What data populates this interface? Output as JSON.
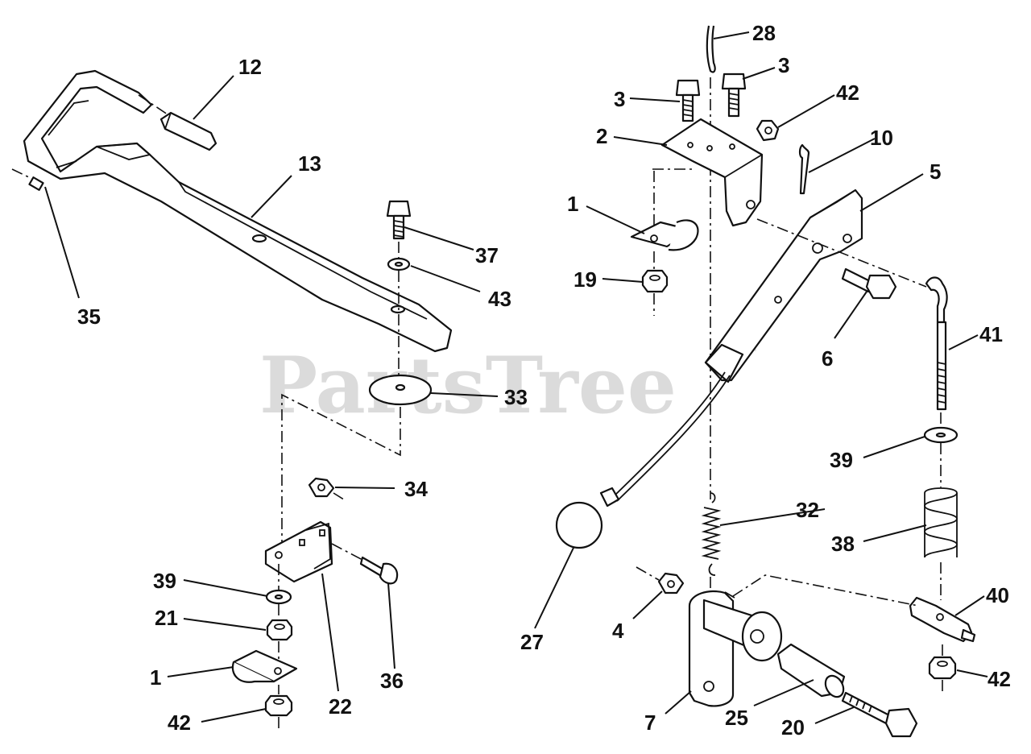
{
  "watermark": {
    "text": "PartsTree",
    "mark": "TM"
  },
  "callouts": [
    {
      "key": "c12",
      "text": "12"
    },
    {
      "key": "c13",
      "text": "13"
    },
    {
      "key": "c35",
      "text": "35"
    },
    {
      "key": "c37",
      "text": "37"
    },
    {
      "key": "c43",
      "text": "43"
    },
    {
      "key": "c33",
      "text": "33"
    },
    {
      "key": "c34",
      "text": "34"
    },
    {
      "key": "c39a",
      "text": "39"
    },
    {
      "key": "c21",
      "text": "21"
    },
    {
      "key": "c1a",
      "text": "1"
    },
    {
      "key": "c42a",
      "text": "42"
    },
    {
      "key": "c22",
      "text": "22"
    },
    {
      "key": "c36",
      "text": "36"
    },
    {
      "key": "c28",
      "text": "28"
    },
    {
      "key": "c3a",
      "text": "3"
    },
    {
      "key": "c3b",
      "text": "3"
    },
    {
      "key": "c42b",
      "text": "42"
    },
    {
      "key": "c2",
      "text": "2"
    },
    {
      "key": "c10",
      "text": "10"
    },
    {
      "key": "c5",
      "text": "5"
    },
    {
      "key": "c1b",
      "text": "1"
    },
    {
      "key": "c19",
      "text": "19"
    },
    {
      "key": "c6",
      "text": "6"
    },
    {
      "key": "c41",
      "text": "41"
    },
    {
      "key": "c39b",
      "text": "39"
    },
    {
      "key": "c32",
      "text": "32"
    },
    {
      "key": "c38",
      "text": "38"
    },
    {
      "key": "c27",
      "text": "27"
    },
    {
      "key": "c4",
      "text": "4"
    },
    {
      "key": "c40",
      "text": "40"
    },
    {
      "key": "c42c",
      "text": "42"
    },
    {
      "key": "c7",
      "text": "7"
    },
    {
      "key": "c25",
      "text": "25"
    },
    {
      "key": "c20",
      "text": "20"
    }
  ]
}
